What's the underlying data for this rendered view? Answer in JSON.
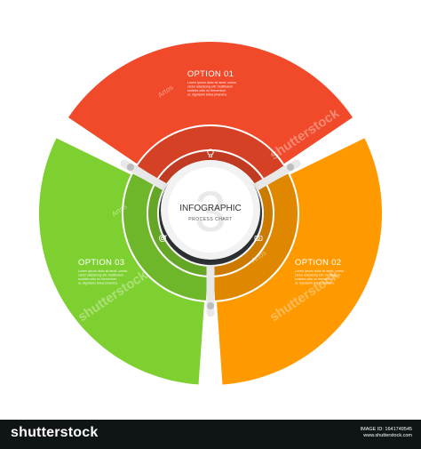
{
  "center": {
    "title": "INFOGRAPHIC",
    "subtitle": "PROCESS CHART",
    "number": "3"
  },
  "options": [
    {
      "title": "OPTION 01",
      "body": [
        "Lorem ipsum dolor sit amet, conse-",
        "ctetur adipiscing elit. Vestibulum",
        "sodales odio eu fermentum",
        "ut, dignissim tellus pharetra."
      ],
      "color": "#f14a2a",
      "icon": "lightbulb-icon"
    },
    {
      "title": "OPTION 02",
      "body": [
        "Lorem ipsum dolor sit amet, conse-",
        "ctetur adipiscing elit. Vestibulum",
        "sodales odio eu fermentum",
        "ut, dignissim tellus pharetra."
      ],
      "color": "#ff9900",
      "icon": "money-icon"
    },
    {
      "title": "OPTION 03",
      "body": [
        "Lorem ipsum dolor sit amet, conse-",
        "ctetur adipiscing elit. Vestibulum",
        "sodales odio eu fermentum",
        "ut, dignissim tellus pharetra."
      ],
      "color": "#7ed030",
      "icon": "target-icon"
    }
  ],
  "watermark": {
    "text": "shutterstock",
    "author": "Artos"
  },
  "footer": {
    "brand": "shutterstock",
    "image_id": "IMAGE ID: 1641749545",
    "site": "www.shutterstock.com"
  }
}
